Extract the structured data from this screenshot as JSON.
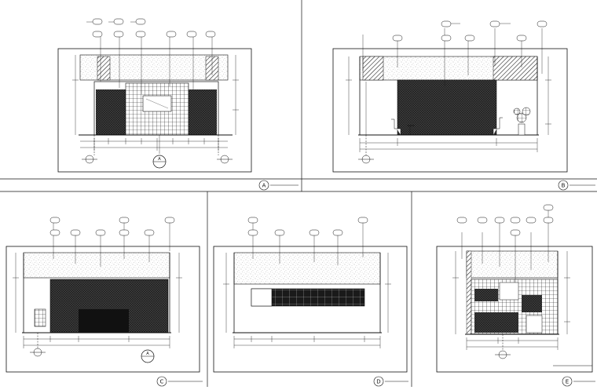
{
  "sheet": {
    "elevations": [
      {
        "letter": "A",
        "title": "",
        "scale": "",
        "section_mark": "A"
      },
      {
        "letter": "B",
        "title": "",
        "scale": ""
      },
      {
        "letter": "C",
        "title": "",
        "scale": "",
        "section_mark": "A"
      },
      {
        "letter": "D",
        "title": "",
        "scale": ""
      },
      {
        "letter": "E",
        "title": "",
        "scale": ""
      }
    ]
  },
  "colors": {
    "line": "#111111",
    "hatch": "#333333",
    "speckle": "#555555",
    "paper": "#ffffff"
  },
  "icons": [
    "callout-tag-icon",
    "section-marker-icon",
    "axis-bubble-icon",
    "plant-icon",
    "chair-icon"
  ]
}
